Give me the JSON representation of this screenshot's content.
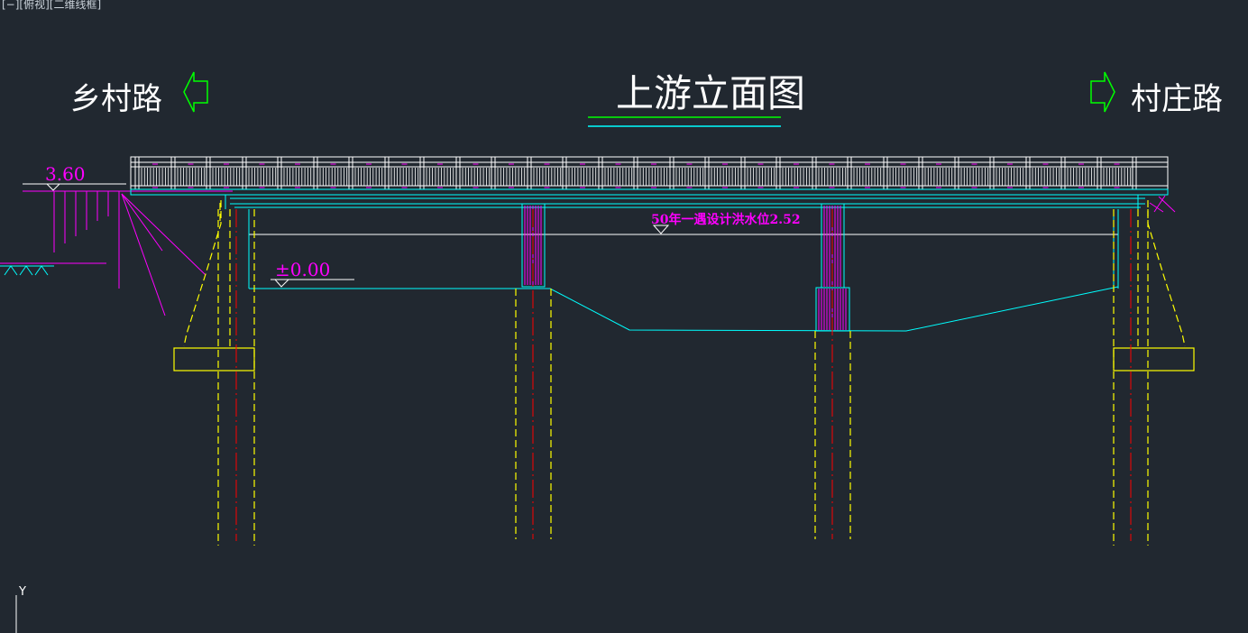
{
  "viewport": {
    "label": "[−][俯视][二维线框]"
  },
  "drawing": {
    "title": "上游立面图",
    "left_road": "乡村路",
    "right_road": "村庄路",
    "left_arrow_icon": "left-arrow-icon",
    "right_arrow_icon": "right-arrow-icon",
    "elevation_top": "3.60",
    "elevation_zero": "±0.00",
    "flood_note": "50年一遇设计洪水位2.52"
  },
  "ucs": {
    "y_label": "Y"
  },
  "colors": {
    "background": "#212830",
    "white": "#ffffff",
    "cyan": "#00ffff",
    "magenta": "#ff00ff",
    "yellow": "#ffff00",
    "red": "#ff0000",
    "green": "#00ff00"
  }
}
